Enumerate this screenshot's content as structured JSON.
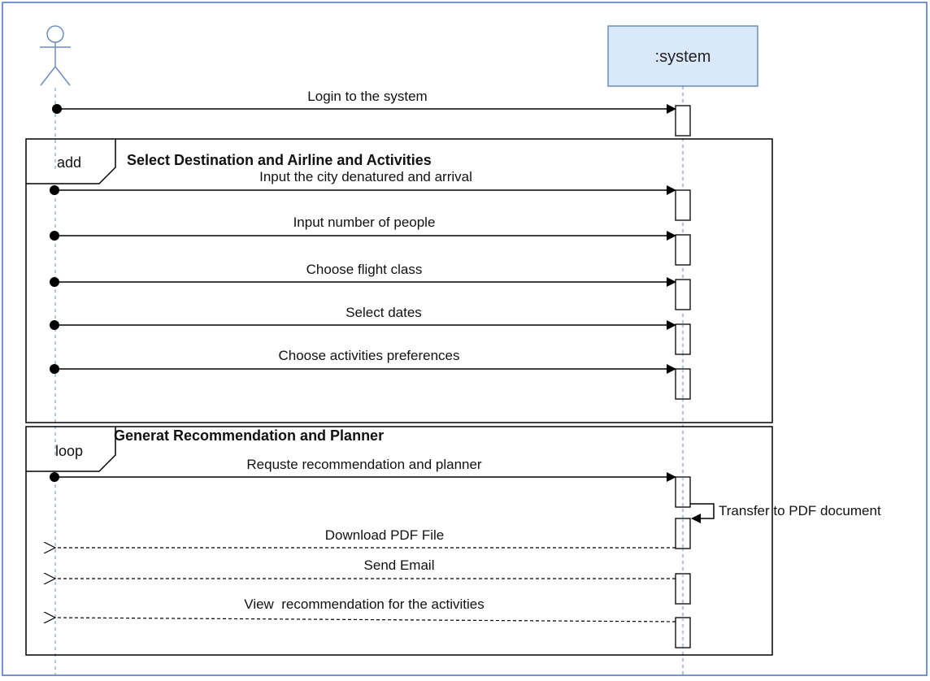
{
  "lifelines": {
    "actor": {
      "label": ""
    },
    "system": {
      "label": ":system"
    }
  },
  "fragments": [
    {
      "operator": "add",
      "title": "Select Destination and Airline and Activities"
    },
    {
      "operator": "loop",
      "title": "Generat Recommendation and Planner"
    }
  ],
  "messages": [
    {
      "label": "Login to the system",
      "kind": "sync"
    },
    {
      "label": "Input the city denatured and arrival",
      "kind": "sync"
    },
    {
      "label": "Input number of people",
      "kind": "sync"
    },
    {
      "label": "Choose flight class",
      "kind": "sync"
    },
    {
      "label": "Select dates",
      "kind": "sync"
    },
    {
      "label": "Choose activities preferences",
      "kind": "sync"
    },
    {
      "label": "Requste recommendation and planner",
      "kind": "sync"
    },
    {
      "label": "Transfer to PDF document",
      "kind": "self"
    },
    {
      "label": "Download PDF File",
      "kind": "reply"
    },
    {
      "label": "Send Email",
      "kind": "reply"
    },
    {
      "label": "View  recommendation for the activities",
      "kind": "reply"
    }
  ],
  "colors": {
    "border": "#4472c4",
    "system_fill": "#dae8fc",
    "system_stroke": "#6c8ebf",
    "actor_stroke": "#6c8ebf",
    "lifeline": "#6c8ebf",
    "line": "#000000"
  }
}
